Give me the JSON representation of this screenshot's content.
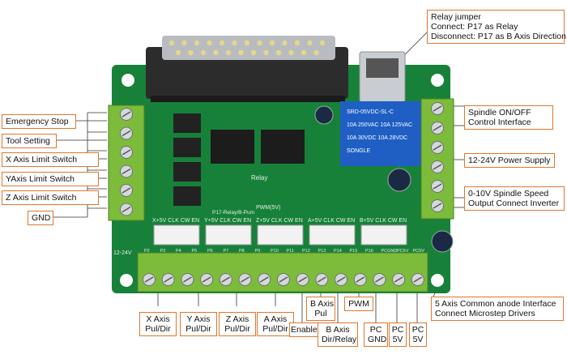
{
  "callouts": {
    "relay_jumper": [
      "Relay jumper",
      "Connect: P17 as Relay",
      "Disconnect: P17 as B Axis Direction"
    ],
    "emergency_stop": "Emergency Stop",
    "tool_setting": "Tool Setting",
    "x_limit": "X Axis Limit Switch",
    "y_limit": "YAxis Limit Switch",
    "z_limit": "Z Axis Limit Switch",
    "gnd": "GND",
    "spindle_onoff": [
      "Spindle ON/OFF",
      "Control Interface"
    ],
    "power_supply": "12-24V Power Supply",
    "speed": [
      "0-10V Spindle Speed",
      "Output Connect Inverter"
    ],
    "common_anode": [
      "5 Axis Common anode Interface",
      "Connect Microstep Drivers"
    ],
    "x_axis": [
      "X Axis",
      "Pul/Dir"
    ],
    "y_axis": [
      "Y Axis",
      "Pul/Dir"
    ],
    "z_axis": [
      "Z Axis",
      "Pul/Dir"
    ],
    "a_axis": [
      "A Axis",
      "Pul/Dir"
    ],
    "enable": "Enable",
    "b_axis_pul": [
      "B Axis",
      "Pul"
    ],
    "b_axis_dir": [
      "B Axis",
      "Dir/Relay"
    ],
    "pwm": "PWM",
    "pc_gnd": [
      "PC",
      "GND"
    ],
    "pc_5v_1": [
      "PC",
      "5V"
    ],
    "pc_5v_2": [
      "PC",
      "5V"
    ]
  },
  "board": {
    "relay_text": [
      "SRD-05VDC-SL-C",
      "10A 250VAC 10A 125VAC",
      "10A 30VDC 10A 28VDC",
      "SONGLE"
    ],
    "silk": {
      "relay": "Relay",
      "pwm5v": "PWM(5V)",
      "p17": "P17-Relay/B-Pum",
      "v1224": "12-24V",
      "axis_headers": [
        "X+5V CLK CW EN",
        "Y+5V CLK CW EN",
        "Z+5V CLK CW EN",
        "A+5V CLK CW EN",
        "B+5V CLK CW EN"
      ],
      "bottom_pins": [
        "P2",
        "P3",
        "P4",
        "P5",
        "P6",
        "P7",
        "P8",
        "P9",
        "P10",
        "P11",
        "P12",
        "P13",
        "P14",
        "P15",
        "P16",
        "PCGND",
        "PC5V",
        "PC5V"
      ]
    }
  },
  "colors": {
    "pcb": "#17813a",
    "pcb_dark": "#0f6a2e",
    "terminal": "#7cbc3a",
    "accent": "#e0772e",
    "relay": "#1f5fc4"
  }
}
